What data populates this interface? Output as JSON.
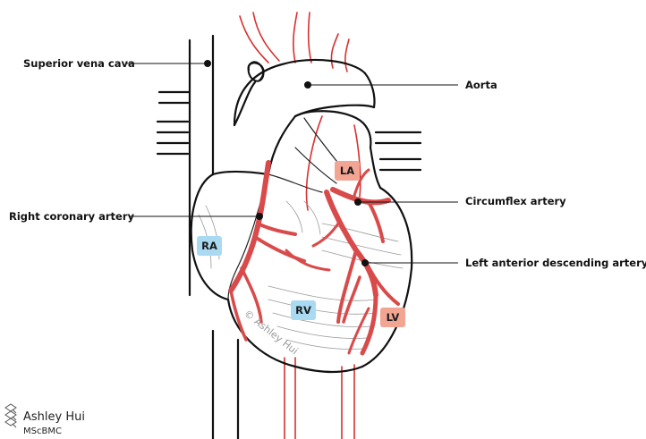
{
  "labels": {
    "svc": "Superior vena cava",
    "aorta": "Aorta",
    "circumflex": "Circumflex artery",
    "rca": "Right coronary artery",
    "lad": "Left anterior descending artery"
  },
  "chambers": {
    "ra": "RA",
    "rv": "RV",
    "la": "LA",
    "lv": "LV"
  },
  "colors": {
    "right_chamber_fill": "#a9daf2",
    "left_chamber_fill": "#f3a594",
    "artery": "#d94a4a",
    "outline": "#111111"
  },
  "watermark": "© Ashley Hui",
  "signature": {
    "name": "Ashley Hui",
    "credential": "MScBMC"
  }
}
